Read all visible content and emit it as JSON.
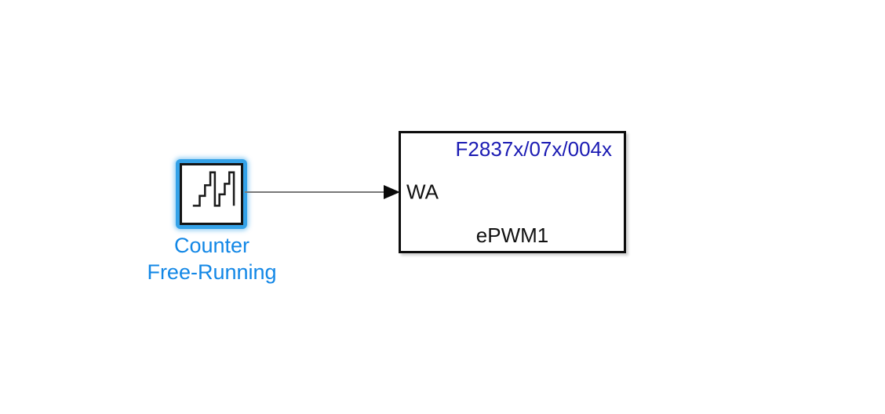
{
  "canvas": {
    "background": "#ffffff"
  },
  "blocks": {
    "counter": {
      "label_line1": "Counter",
      "label_line2": "Free-Running",
      "icon": "staircase-counter-waveform-icon",
      "selected": true,
      "selection_color": "#35a2e8",
      "label_color": "#1287e6"
    },
    "epwm": {
      "header": "F2837x/07x/004x",
      "header_color": "#1b1bb3",
      "port_label": "WA",
      "name": "ePWM1",
      "border_color": "#0d0d0d",
      "fill_color": "#ffffff"
    }
  },
  "connection": {
    "from": "Counter Free-Running",
    "to": "ePWM1 WA",
    "line_color": "#787878",
    "arrowhead": "filled-right-triangle",
    "arrow_color": "#000000"
  }
}
